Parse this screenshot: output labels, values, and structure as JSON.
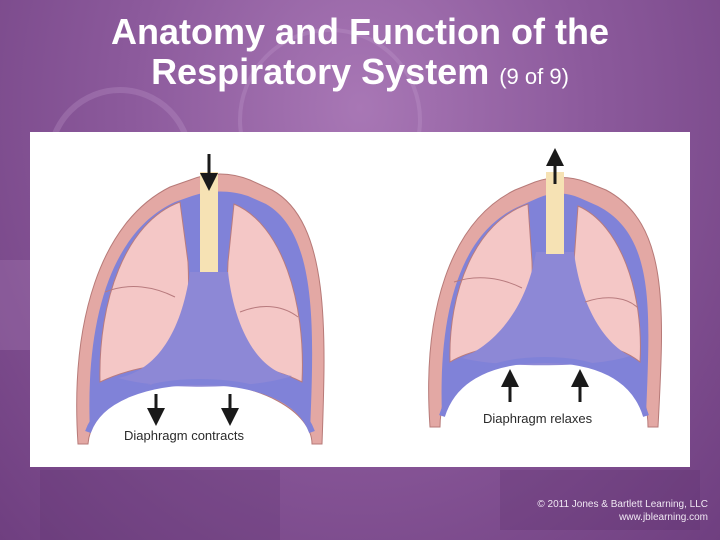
{
  "slide": {
    "title_main": "Anatomy and Function of the Respiratory System",
    "title_suffix": "(9 of 9)"
  },
  "figure": {
    "left": {
      "caption": "Diaphragm contracts"
    },
    "right": {
      "caption": "Diaphragm relaxes"
    }
  },
  "footer": {
    "copyright_line1": "© 2011 Jones & Bartlett Learning, LLC",
    "copyright_line2": "www.jblearning.com"
  },
  "colors": {
    "background": "#8c5a9c",
    "chest_wall": "#e3a8a4",
    "pleura": "#7d7fd6",
    "lung": "#f4c7c6",
    "trachea": "#f6e2b4"
  }
}
